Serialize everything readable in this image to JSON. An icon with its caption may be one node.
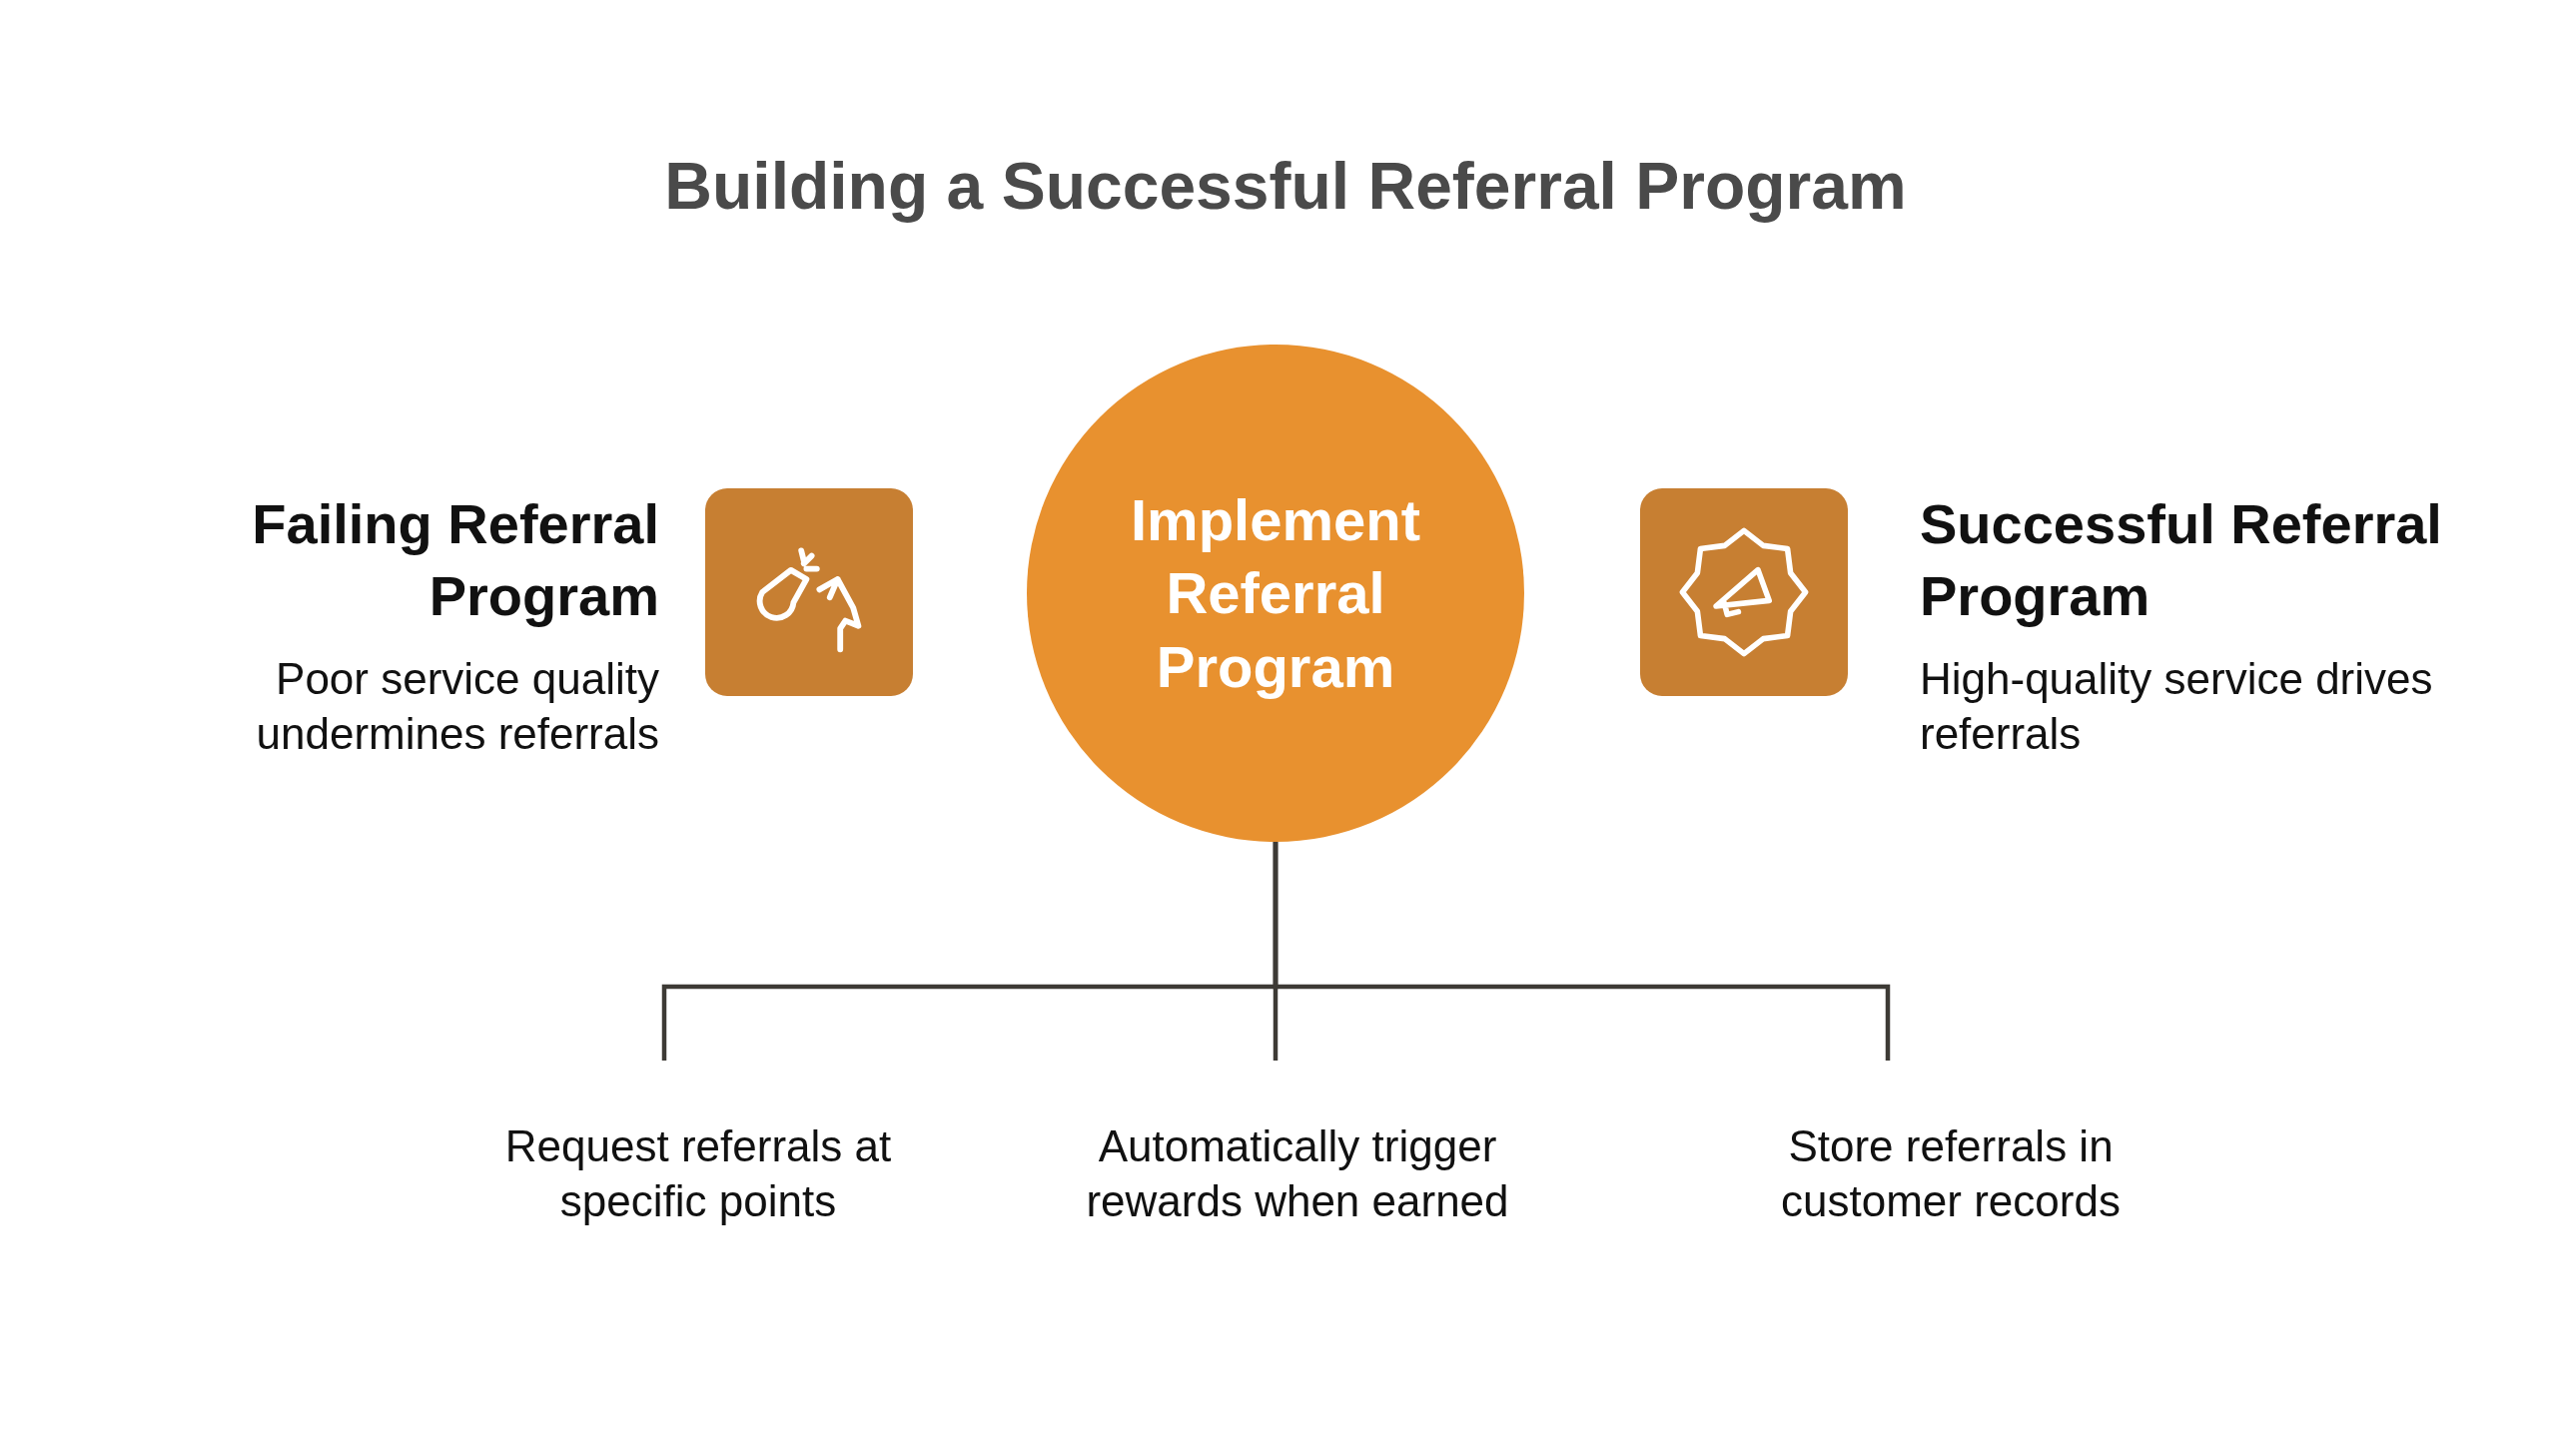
{
  "diagram": {
    "title": "Building a Successful Referral Program",
    "nodes": [
      {
        "text": [
          "Failing Referral Program",
          "Poor service quality undermines referrals"
        ]
      },
      {
        "text": [
          "Implement Referral Program"
        ]
      },
      {
        "text": [
          "Successful Referral Program",
          "High-quality service drives referrals"
        ]
      },
      {
        "text": [
          "Request referrals at specific points"
        ]
      },
      {
        "text": [
          "Automatically trigger rewards when earned"
        ]
      },
      {
        "text": [
          "Store referrals in customer records"
        ]
      }
    ],
    "edges": [
      {
        "from": 1,
        "to": 3,
        "arrow": "none"
      },
      {
        "from": 1,
        "to": 4,
        "arrow": "none"
      },
      {
        "from": 1,
        "to": 5,
        "arrow": "none"
      }
    ]
  }
}
